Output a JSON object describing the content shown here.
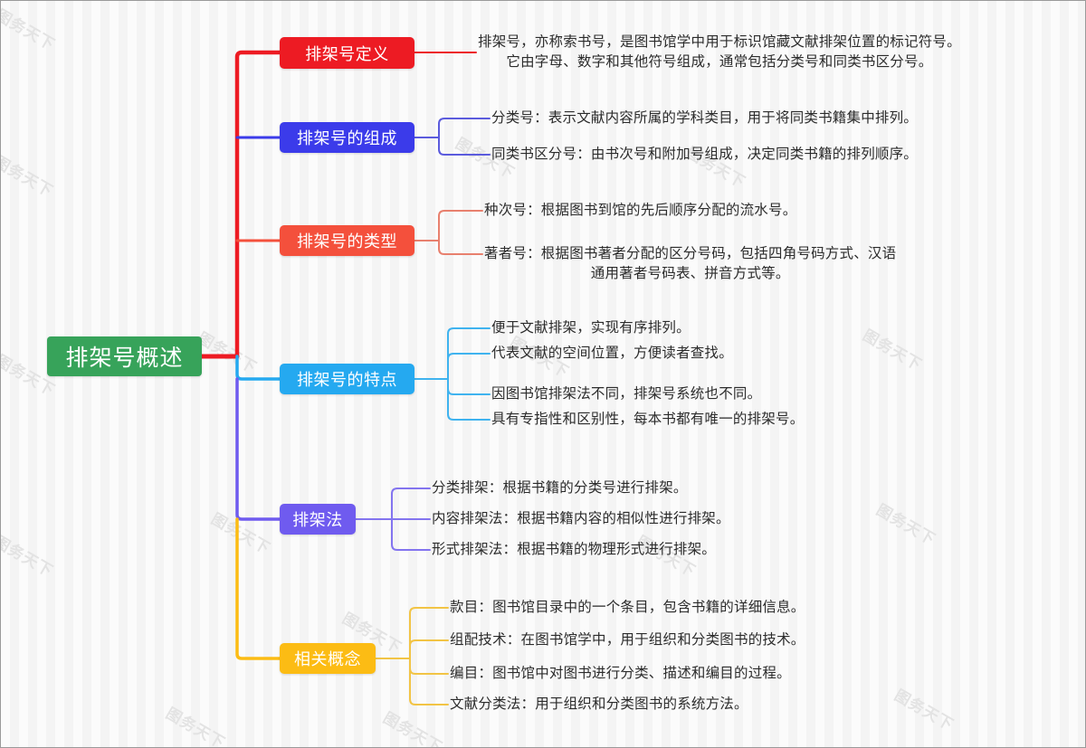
{
  "document": {
    "title": "排架号概述",
    "type": "mindmap",
    "watermark_text": "图务天下"
  },
  "colors": {
    "root": "#37a35a",
    "definition": "#ed1b23",
    "composition": "#3b3bea",
    "types": "#f4503c",
    "features": "#25a9f0",
    "methods": "#6f5bef",
    "concepts": "#fcbc14",
    "text": "#2b2b2b",
    "background": "#fafafa"
  },
  "root": {
    "label": "排架号概述"
  },
  "branches": [
    {
      "id": "definition",
      "label": "排架号定义",
      "color": "#ed1b23",
      "leaves": [
        "排架号，亦称索书号，是图书馆学中用于标识馆藏文献排架位置的标记符号。\n它由字母、数字和其他符号组成，通常包括分类号和同类书区分号。"
      ]
    },
    {
      "id": "composition",
      "label": "排架号的组成",
      "color": "#3b3bea",
      "leaves": [
        "分类号：表示文献内容所属的学科类目，用于将同类书籍集中排列。",
        "同类书区分号：由书次号和附加号组成，决定同类书籍的排列顺序。"
      ]
    },
    {
      "id": "types",
      "label": "排架号的类型",
      "color": "#f4503c",
      "leaves": [
        "种次号：根据图书到馆的先后顺序分配的流水号。",
        "著者号：根据图书著者分配的区分号码，包括四角号码方式、汉语\n通用著者号码表、拼音方式等。"
      ]
    },
    {
      "id": "features",
      "label": "排架号的特点",
      "color": "#25a9f0",
      "leaves": [
        "便于文献排架，实现有序排列。",
        "代表文献的空间位置，方便读者查找。",
        "因图书馆排架法不同，排架号系统也不同。",
        "具有专指性和区别性，每本书都有唯一的排架号。"
      ]
    },
    {
      "id": "methods",
      "label": "排架法",
      "color": "#6f5bef",
      "leaves": [
        "分类排架：根据书籍的分类号进行排架。",
        "内容排架法：根据书籍内容的相似性进行排架。",
        "形式排架法：根据书籍的物理形式进行排架。"
      ]
    },
    {
      "id": "concepts",
      "label": "相关概念",
      "color": "#fcbc14",
      "leaves": [
        "款目：图书馆目录中的一个条目，包含书籍的详细信息。",
        "组配技术：在图书馆学中，用于组织和分类图书的技术。",
        "编目：图书馆中对图书进行分类、描述和编目的过程。",
        "文献分类法：用于组织和分类图书的系统方法。"
      ]
    }
  ]
}
